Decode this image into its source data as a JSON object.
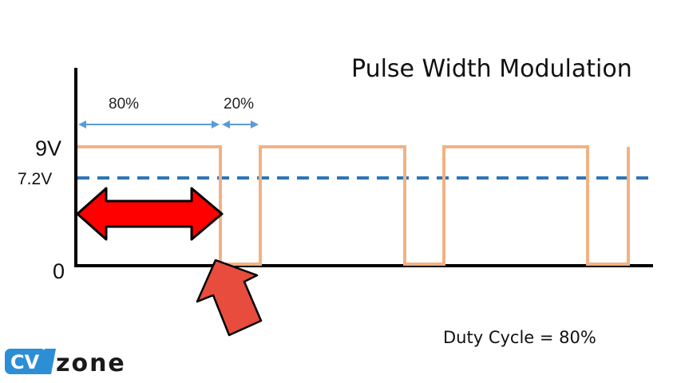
{
  "title": "Pulse Width Modulation",
  "duty_cycle_label": "Duty Cycle = 80%",
  "labels": {
    "on_percent": "80%",
    "off_percent": "20%",
    "y_high": "9V",
    "y_avg": "7.2V",
    "y_zero": "0"
  },
  "logo": {
    "cv": "CV",
    "zone": "zone"
  },
  "colors": {
    "signal": "#F4B183",
    "average": "#2E75B6",
    "span_arrow": "#5B9BD5",
    "red_arrow": "#FF0000",
    "pointer_arrow": "#E74C3C",
    "axis": "#000000",
    "logo_blue": "#2C8FD6"
  }
}
